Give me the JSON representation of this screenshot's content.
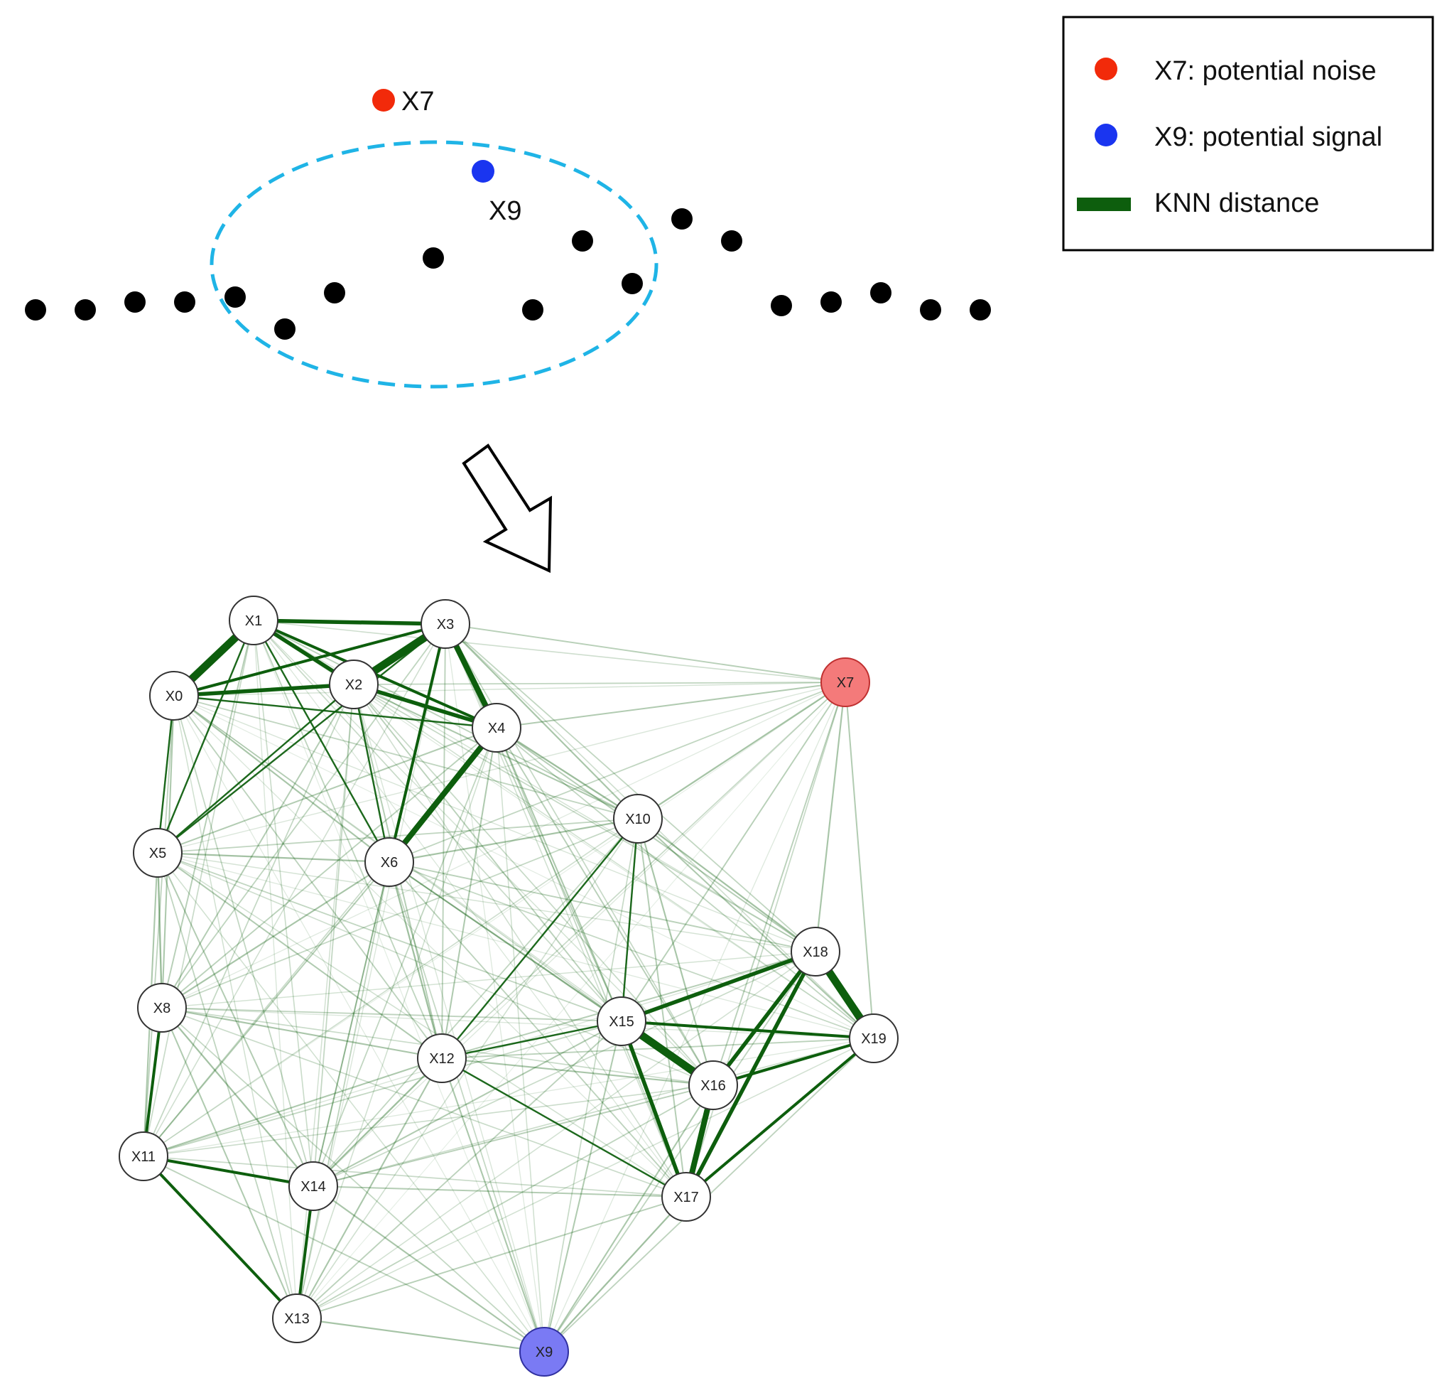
{
  "legend": {
    "noise": {
      "label": "X7: potential noise",
      "color": "#f22a0a"
    },
    "signal": {
      "label": "X9: potential signal",
      "color": "#1a35f0"
    },
    "knn": {
      "label": "KNN distance",
      "color": "#0d5e0d"
    }
  },
  "scatter": {
    "noise_label": "X7",
    "signal_label": "X9",
    "ellipse_color": "#1fb4e6",
    "point_color": "#000000"
  },
  "graph": {
    "edge_color": "#0d5e0d",
    "node_fill": "#ffffff",
    "noise_node_fill": "#f47a7a",
    "signal_node_fill": "#7a7af4",
    "nodes": [
      {
        "id": "X0",
        "label": "X0"
      },
      {
        "id": "X1",
        "label": "X1"
      },
      {
        "id": "X2",
        "label": "X2"
      },
      {
        "id": "X3",
        "label": "X3"
      },
      {
        "id": "X4",
        "label": "X4"
      },
      {
        "id": "X5",
        "label": "X5"
      },
      {
        "id": "X6",
        "label": "X6"
      },
      {
        "id": "X7",
        "label": "X7"
      },
      {
        "id": "X8",
        "label": "X8"
      },
      {
        "id": "X9",
        "label": "X9"
      },
      {
        "id": "X10",
        "label": "X10"
      },
      {
        "id": "X11",
        "label": "X11"
      },
      {
        "id": "X12",
        "label": "X12"
      },
      {
        "id": "X13",
        "label": "X13"
      },
      {
        "id": "X14",
        "label": "X14"
      },
      {
        "id": "X15",
        "label": "X15"
      },
      {
        "id": "X16",
        "label": "X16"
      },
      {
        "id": "X17",
        "label": "X17"
      },
      {
        "id": "X18",
        "label": "X18"
      },
      {
        "id": "X19",
        "label": "X19"
      }
    ],
    "strong_edges": [
      {
        "a": "X0",
        "b": "X1",
        "w": 5
      },
      {
        "a": "X2",
        "b": "X3",
        "w": 5
      },
      {
        "a": "X3",
        "b": "X4",
        "w": 4
      },
      {
        "a": "X4",
        "b": "X6",
        "w": 4
      },
      {
        "a": "X15",
        "b": "X16",
        "w": 5
      },
      {
        "a": "X18",
        "b": "X19",
        "w": 5
      },
      {
        "a": "X16",
        "b": "X17",
        "w": 4
      },
      {
        "a": "X1",
        "b": "X3",
        "w": 3
      },
      {
        "a": "X1",
        "b": "X2",
        "w": 3
      },
      {
        "a": "X0",
        "b": "X2",
        "w": 3
      },
      {
        "a": "X2",
        "b": "X4",
        "w": 3
      },
      {
        "a": "X16",
        "b": "X18",
        "w": 3
      },
      {
        "a": "X15",
        "b": "X18",
        "w": 3
      },
      {
        "a": "X15",
        "b": "X17",
        "w": 3
      },
      {
        "a": "X17",
        "b": "X18",
        "w": 3
      },
      {
        "a": "X0",
        "b": "X3",
        "w": 2
      },
      {
        "a": "X1",
        "b": "X4",
        "w": 2
      },
      {
        "a": "X3",
        "b": "X6",
        "w": 2
      },
      {
        "a": "X11",
        "b": "X14",
        "w": 2
      },
      {
        "a": "X13",
        "b": "X14",
        "w": 2
      },
      {
        "a": "X11",
        "b": "X13",
        "w": 2
      },
      {
        "a": "X8",
        "b": "X11",
        "w": 2
      },
      {
        "a": "X15",
        "b": "X19",
        "w": 2
      },
      {
        "a": "X16",
        "b": "X19",
        "w": 2
      },
      {
        "a": "X17",
        "b": "X19",
        "w": 2
      },
      {
        "a": "X0",
        "b": "X4",
        "w": 1.5
      },
      {
        "a": "X2",
        "b": "X6",
        "w": 1.5
      },
      {
        "a": "X5",
        "b": "X3",
        "w": 1.5
      },
      {
        "a": "X5",
        "b": "X2",
        "w": 1.5
      },
      {
        "a": "X5",
        "b": "X1",
        "w": 1.5
      },
      {
        "a": "X5",
        "b": "X0",
        "w": 1.5
      },
      {
        "a": "X1",
        "b": "X6",
        "w": 1.5
      },
      {
        "a": "X12",
        "b": "X10",
        "w": 1.5
      },
      {
        "a": "X10",
        "b": "X15",
        "w": 1.5
      },
      {
        "a": "X12",
        "b": "X15",
        "w": 1.5
      },
      {
        "a": "X12",
        "b": "X17",
        "w": 1.5
      }
    ]
  }
}
